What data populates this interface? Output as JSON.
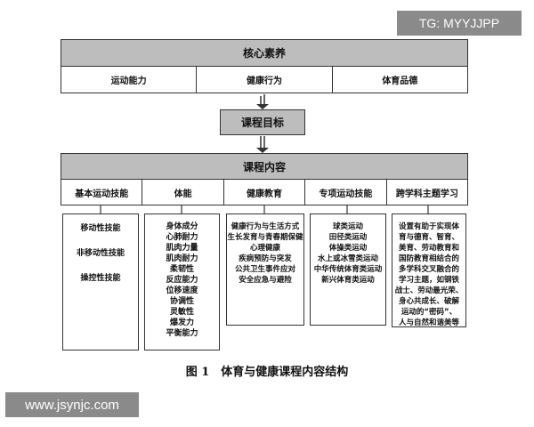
{
  "watermark_tg": "TG: MYYJJPP",
  "watermark_url": "www.jsynjc.com",
  "core": {
    "title": "核心素养",
    "items": [
      "运动能力",
      "健康行为",
      "体育品德"
    ]
  },
  "goal": {
    "title": "课程目标"
  },
  "content": {
    "title": "课程内容",
    "headers": [
      "基本运动技能",
      "体能",
      "健康教育",
      "专项运动技能",
      "跨学科主题学习"
    ],
    "columns": [
      [
        "移动性技能",
        "非移动性技能",
        "操控性技能"
      ],
      [
        "身体成分",
        "心肺耐力",
        "肌肉力量",
        "肌肉耐力",
        "柔韧性",
        "反应能力",
        "位移速度",
        "协调性",
        "灵敏性",
        "爆发力",
        "平衡能力"
      ],
      [
        "健康行为与生活方式",
        "生长发育与青春期保健",
        "心理健康",
        "疾病预防与突发",
        "公共卫生事件应对",
        "安全应急与避险"
      ],
      [
        "球类运动",
        "田径类运动",
        "体操类运动",
        "水上或冰雪类运动",
        "中华传统体育类运动",
        "新兴体育类运动"
      ],
      [
        "设置有助于实现体",
        "育与德育、智育、",
        "美育、劳动教育和",
        "国防教育相结合的",
        "多学科交叉融合的",
        "学习主题，如钢铁",
        "战士、劳动最光荣、",
        "身心共成长、破解",
        "运动的“密码”、",
        "人与自然和谐美等"
      ]
    ]
  },
  "caption": "图 1　体育与健康课程内容结构"
}
